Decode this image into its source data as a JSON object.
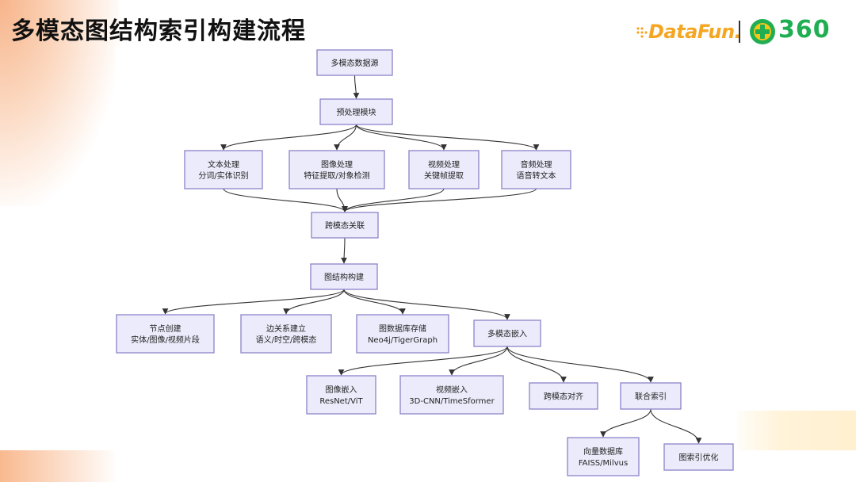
{
  "page": {
    "title": "多模态图结构索引构建流程"
  },
  "logos": {
    "datafun": "DataFun.",
    "brand_360": "360",
    "colors": {
      "datafun": "#f5a623",
      "brand_360": "#1fae52"
    }
  },
  "diagram": {
    "colors": {
      "node_fill": "#ecebfb",
      "node_stroke": "#8a83c9",
      "edge": "#333333"
    },
    "nodes": [
      {
        "id": "source",
        "lines": [
          "多模态数据源"
        ]
      },
      {
        "id": "preprocess",
        "lines": [
          "预处理模块"
        ]
      },
      {
        "id": "text",
        "lines": [
          "文本处理",
          "分词/实体识别"
        ]
      },
      {
        "id": "image",
        "lines": [
          "图像处理",
          "特征提取/对象检测"
        ]
      },
      {
        "id": "video",
        "lines": [
          "视频处理",
          "关键帧提取"
        ]
      },
      {
        "id": "audio",
        "lines": [
          "音频处理",
          "语音转文本"
        ]
      },
      {
        "id": "crossmodal",
        "lines": [
          "跨模态关联"
        ]
      },
      {
        "id": "graphbuild",
        "lines": [
          "图结构构建"
        ]
      },
      {
        "id": "nodecreate",
        "lines": [
          "节点创建",
          "实体/图像/视频片段"
        ]
      },
      {
        "id": "edgebuild",
        "lines": [
          "边关系建立",
          "语义/时空/跨模态"
        ]
      },
      {
        "id": "graphdb",
        "lines": [
          "图数据库存储",
          "Neo4j/TigerGraph"
        ]
      },
      {
        "id": "mmembed",
        "lines": [
          "多模态嵌入"
        ]
      },
      {
        "id": "imgembed",
        "lines": [
          "图像嵌入",
          "ResNet/ViT"
        ]
      },
      {
        "id": "vidembed",
        "lines": [
          "视频嵌入",
          "3D-CNN/TimeSformer"
        ]
      },
      {
        "id": "align",
        "lines": [
          "跨模态对齐"
        ]
      },
      {
        "id": "jointindex",
        "lines": [
          "联合索引"
        ]
      },
      {
        "id": "vectordb",
        "lines": [
          "向量数据库",
          "FAISS/Milvus"
        ]
      },
      {
        "id": "graphopt",
        "lines": [
          "图索引优化"
        ]
      }
    ],
    "edges": [
      [
        "source",
        "preprocess"
      ],
      [
        "preprocess",
        "text"
      ],
      [
        "preprocess",
        "image"
      ],
      [
        "preprocess",
        "video"
      ],
      [
        "preprocess",
        "audio"
      ],
      [
        "text",
        "crossmodal"
      ],
      [
        "image",
        "crossmodal"
      ],
      [
        "video",
        "crossmodal"
      ],
      [
        "audio",
        "crossmodal"
      ],
      [
        "crossmodal",
        "graphbuild"
      ],
      [
        "graphbuild",
        "nodecreate"
      ],
      [
        "graphbuild",
        "edgebuild"
      ],
      [
        "graphbuild",
        "graphdb"
      ],
      [
        "graphbuild",
        "mmembed"
      ],
      [
        "mmembed",
        "imgembed"
      ],
      [
        "mmembed",
        "vidembed"
      ],
      [
        "mmembed",
        "align"
      ],
      [
        "mmembed",
        "jointindex"
      ],
      [
        "jointindex",
        "vectordb"
      ],
      [
        "jointindex",
        "graphopt"
      ]
    ]
  }
}
